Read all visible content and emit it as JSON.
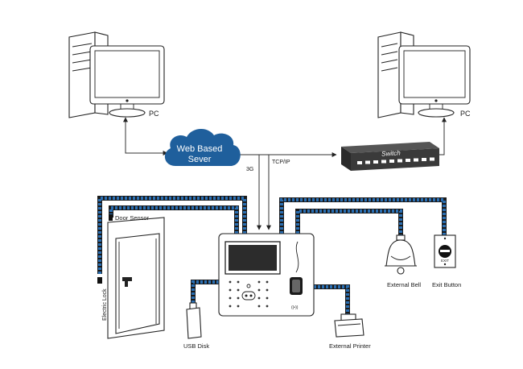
{
  "labels": {
    "pc_left": "PC",
    "pc_right": "PC",
    "cloud_line1": "Web Based",
    "cloud_line2": "Sever",
    "link_3g": "3G",
    "link_tcpip": "TCP/IP",
    "switch": "Switch",
    "door_sensor": "Door Sensor",
    "electric_lock": "Electric Lock",
    "usb_disk": "USB Disk",
    "external_printer": "External Printer",
    "external_bell": "External Bell",
    "exit_button": "Exit Button",
    "exit_plate_text": "EXIT"
  },
  "colors": {
    "cloud": "#1f5f9c",
    "switch": "#3a3a3a",
    "cable": "#2a6fb3"
  }
}
